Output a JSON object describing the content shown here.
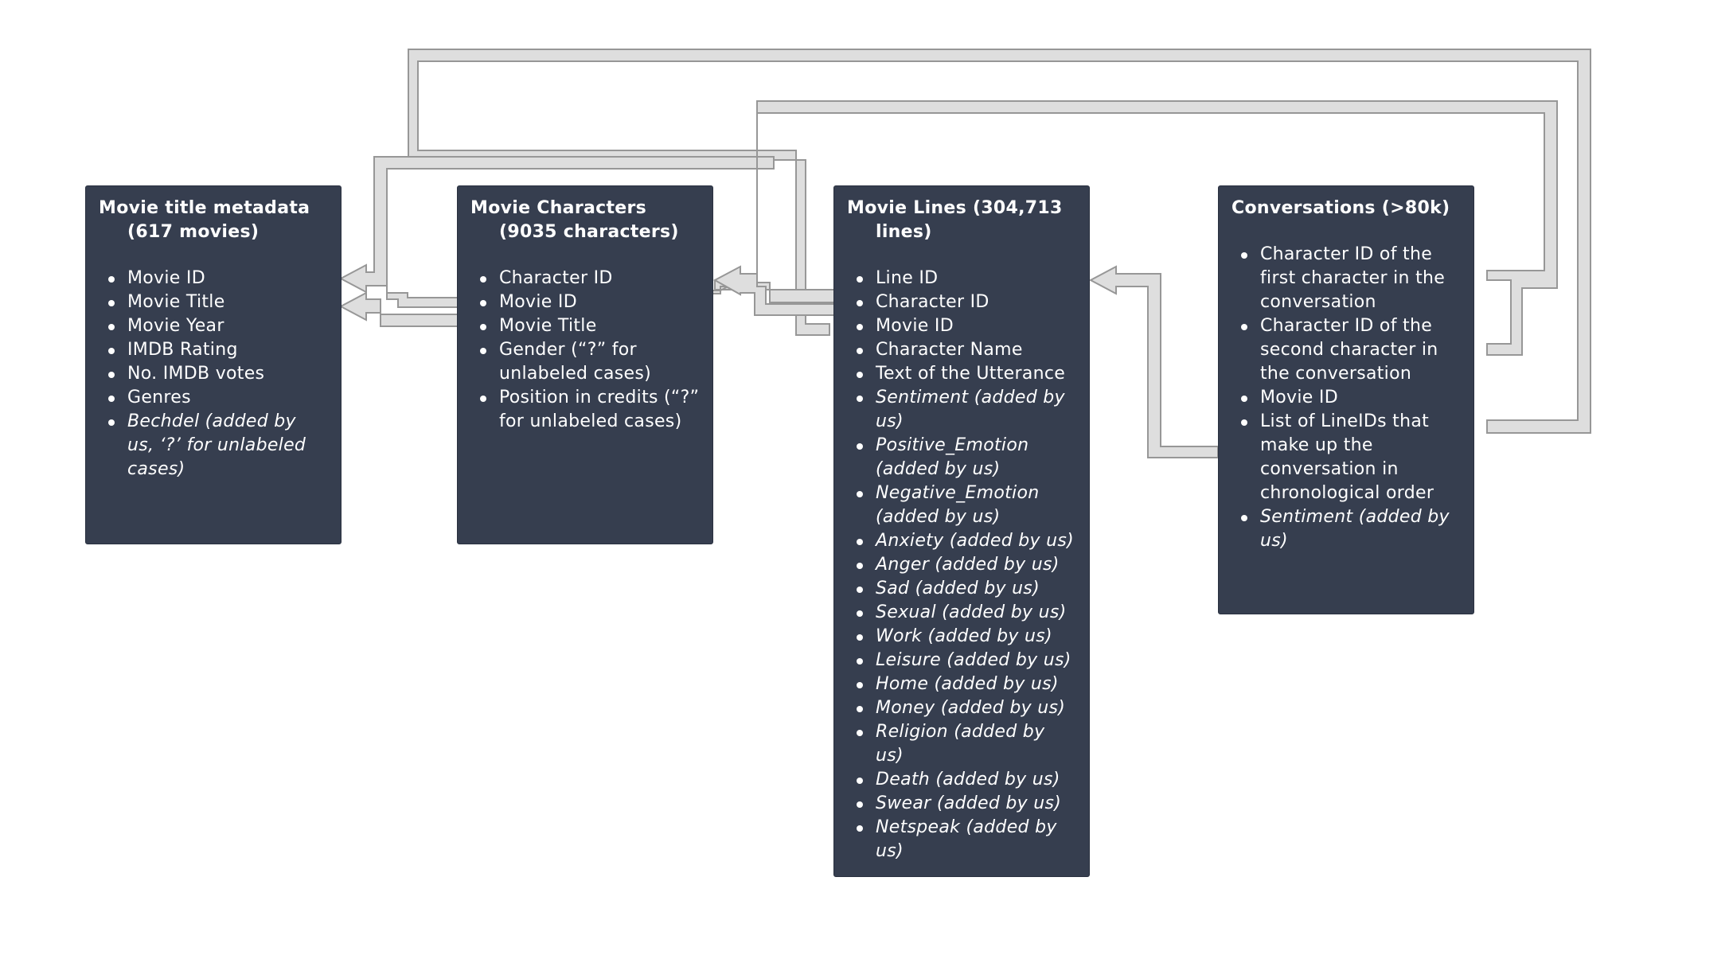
{
  "boxes": [
    {
      "id": "metadata",
      "title": "Movie title metadata (617 movies)",
      "items": [
        {
          "text": "Movie ID",
          "italic": false
        },
        {
          "text": "Movie Title",
          "italic": false
        },
        {
          "text": "Movie Year",
          "italic": false
        },
        {
          "text": "IMDB Rating",
          "italic": false
        },
        {
          "text": "No. IMDB votes",
          "italic": false
        },
        {
          "text": "Genres",
          "italic": false
        },
        {
          "text": "Bechdel (added by us, ‘?’ for unlabeled cases)",
          "italic": true
        }
      ]
    },
    {
      "id": "characters",
      "title": "Movie Characters (9035 characters)",
      "items": [
        {
          "text": "Character ID",
          "italic": false
        },
        {
          "text": "Movie ID",
          "italic": false
        },
        {
          "text": "Movie Title",
          "italic": false
        },
        {
          "text": "Gender (“?” for unlabeled cases)",
          "italic": false
        },
        {
          "text": "Position in credits (“?” for unlabeled cases)",
          "italic": false
        }
      ]
    },
    {
      "id": "lines",
      "title": "Movie Lines (304,713 lines)",
      "items": [
        {
          "text": "Line ID",
          "italic": false
        },
        {
          "text": "Character ID",
          "italic": false
        },
        {
          "text": "Movie ID",
          "italic": false
        },
        {
          "text": "Character Name",
          "italic": false
        },
        {
          "text": "Text of the Utterance",
          "italic": false
        },
        {
          "text": "Sentiment (added by us)",
          "italic": true
        },
        {
          "text": "Positive_Emotion (added by us)",
          "italic": true
        },
        {
          "text": "Negative_Emotion (added by us)",
          "italic": true
        },
        {
          "text": "Anxiety (added by us)",
          "italic": true
        },
        {
          "text": "Anger (added by us)",
          "italic": true
        },
        {
          "text": "Sad (added by us)",
          "italic": true
        },
        {
          "text": "Sexual (added by us)",
          "italic": true
        },
        {
          "text": "Work (added by us)",
          "italic": true
        },
        {
          "text": "Leisure (added by us)",
          "italic": true
        },
        {
          "text": "Home (added by us)",
          "italic": true
        },
        {
          "text": "Money (added by us)",
          "italic": true
        },
        {
          "text": "Religion (added by us)",
          "italic": true
        },
        {
          "text": "Death (added by us)",
          "italic": true
        },
        {
          "text": "Swear (added by us)",
          "italic": true
        },
        {
          "text": "Netspeak (added by us)",
          "italic": true
        }
      ]
    },
    {
      "id": "conversations",
      "title": "Conversations (>80k)",
      "items": [
        {
          "text": "Character ID of the first character in the conversation",
          "italic": false
        },
        {
          "text": "Character ID of the second character in the conversation",
          "italic": false
        },
        {
          "text": "Movie ID",
          "italic": false
        },
        {
          "text": "List of LineIDs that make up the conversation in chronological order",
          "italic": false
        },
        {
          "text": "Sentiment (added by us)",
          "italic": true
        }
      ]
    }
  ],
  "colors": {
    "box_fill": "#363e4f",
    "box_text": "#ffffff",
    "connector_fill": "#dedede",
    "connector_stroke": "#979797",
    "background": "#ffffff"
  }
}
